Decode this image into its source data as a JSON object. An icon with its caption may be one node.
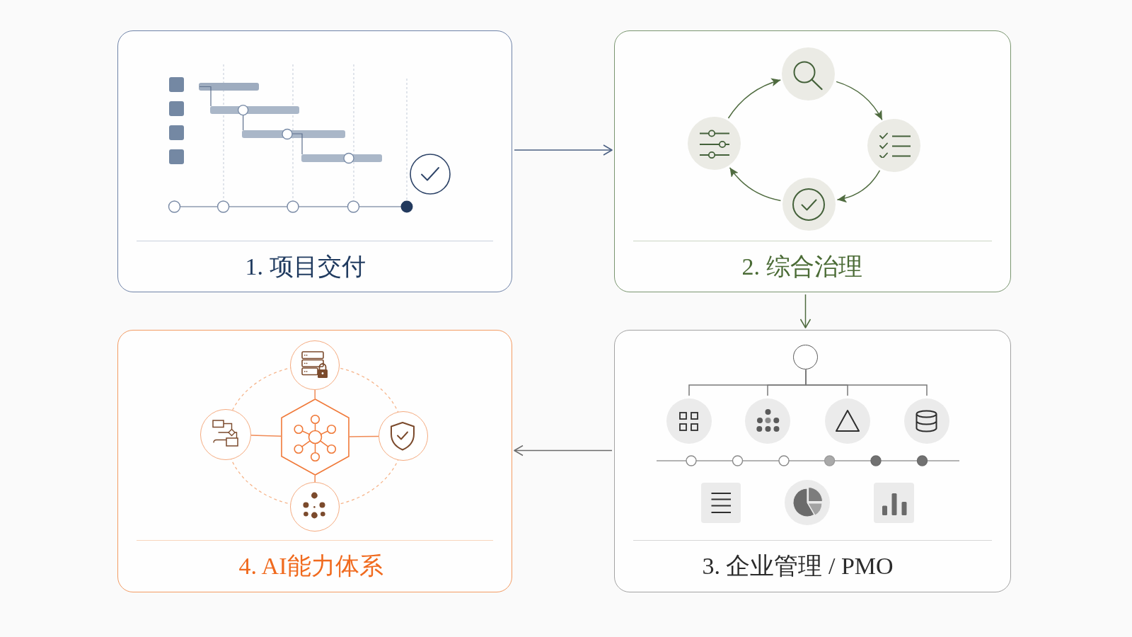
{
  "diagram": {
    "nodes": [
      {
        "text": [
          "1. 项目交付"
        ]
      },
      {
        "text": [
          "2. 综合治理"
        ]
      },
      {
        "text": [],
        "shape": "circle",
        "in": 1
      },
      {
        "text": [],
        "shape": "circle",
        "in": 1
      },
      {
        "text": [],
        "shape": "circle",
        "in": 1
      },
      {
        "text": [],
        "shape": "circle",
        "in": 1
      },
      {
        "text": [
          "3. 企业管理 / PMO"
        ]
      },
      {
        "text": [],
        "shape": "circle",
        "in": 6
      },
      {
        "text": [],
        "shape": "circle",
        "in": 6
      },
      {
        "text": [],
        "shape": "circle",
        "in": 6
      },
      {
        "text": [],
        "shape": "circle",
        "in": 6
      },
      {
        "text": [],
        "shape": "circle",
        "in": 6
      },
      {
        "text": [
          "4. AI能力体系"
        ]
      },
      {
        "text": [],
        "shape": "hexagon",
        "in": 12
      },
      {
        "text": [],
        "shape": "circle",
        "in": 12
      },
      {
        "text": [],
        "shape": "circle",
        "in": 12
      },
      {
        "text": [],
        "shape": "circle",
        "in": 12
      },
      {
        "text": [],
        "shape": "circle",
        "in": 12
      }
    ],
    "edges": [
      {
        "from": 0,
        "to": 1,
        "arrow": "to",
        "color": "#4a5f82"
      },
      {
        "from": 1,
        "to": 6,
        "arrow": "to",
        "color": "#4f6b3f"
      },
      {
        "from": 6,
        "to": 12,
        "arrow": "to",
        "color": "#6b6b6b"
      },
      {
        "from": 2,
        "to": 3,
        "arrow": "to",
        "color": "#4f6b3f"
      },
      {
        "from": 3,
        "to": 4,
        "arrow": "to",
        "color": "#4f6b3f"
      },
      {
        "from": 4,
        "to": 5,
        "arrow": "to",
        "color": "#4f6b3f"
      },
      {
        "from": 5,
        "to": 2,
        "arrow": "to",
        "color": "#4f6b3f"
      },
      {
        "from": 7,
        "to": 8,
        "arrow": "none",
        "color": "#7a7a7a"
      },
      {
        "from": 7,
        "to": 9,
        "arrow": "none",
        "color": "#7a7a7a"
      },
      {
        "from": 7,
        "to": 10,
        "arrow": "none",
        "color": "#7a7a7a"
      },
      {
        "from": 7,
        "to": 11,
        "arrow": "none",
        "color": "#7a7a7a"
      },
      {
        "from": 13,
        "to": 14,
        "arrow": "none",
        "color": "#f08a55"
      },
      {
        "from": 13,
        "to": 15,
        "arrow": "none",
        "color": "#f08a55"
      },
      {
        "from": 13,
        "to": 16,
        "arrow": "none",
        "color": "#f08a55"
      },
      {
        "from": 13,
        "to": 17,
        "arrow": "none",
        "color": "#f08a55"
      }
    ]
  }
}
